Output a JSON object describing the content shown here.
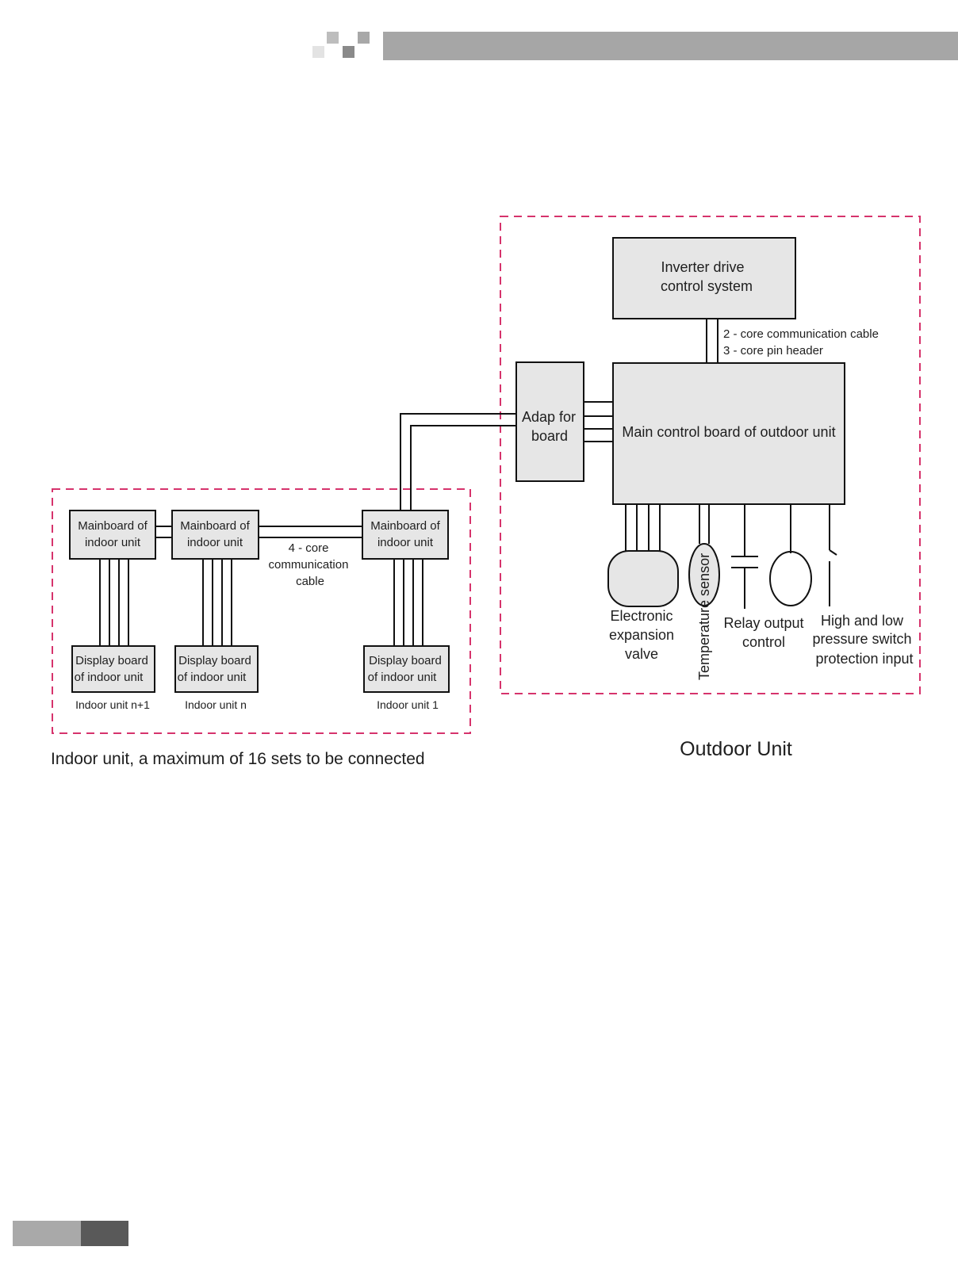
{
  "colors": {
    "header_bar": "#a6a6a6",
    "dashed_border": "#d6336c",
    "box_fill": "#e6e6e6",
    "line": "#111111",
    "footer_light": "#a9a9a9",
    "footer_dark": "#595959"
  },
  "outdoor": {
    "inverter_line1": "Inverter drive",
    "inverter_line2": "control system",
    "cable_note_1": "2 - core communication cable",
    "cable_note_2": "3 - core pin header",
    "adapter_line1": "Adap for",
    "adapter_line2": "board",
    "main_board": "Main control board of  outdoor unit",
    "eev_line1": "Electronic",
    "eev_line2": "expansion",
    "eev_line3": "valve",
    "temp_sensor": "Temperature sensor",
    "relay_line1": "Relay output",
    "relay_line2": "control",
    "hl_line1": "High and low",
    "hl_line2": "pressure  switch",
    "hl_line3": "protection input",
    "caption": "Outdoor Unit"
  },
  "indoor": {
    "mainboard_line1": "Mainboard of",
    "mainboard_line2": "indoor unit",
    "display_line1": "Display board",
    "display_line2": "of indoor unit",
    "unit_labels": [
      "Indoor unit n+1",
      "Indoor unit n",
      "Indoor unit 1"
    ],
    "cable_line1": "4 - core",
    "cable_line2": "communication",
    "cable_line3": "cable",
    "caption": "Indoor unit, a  maximum of 16 sets to be connected"
  }
}
